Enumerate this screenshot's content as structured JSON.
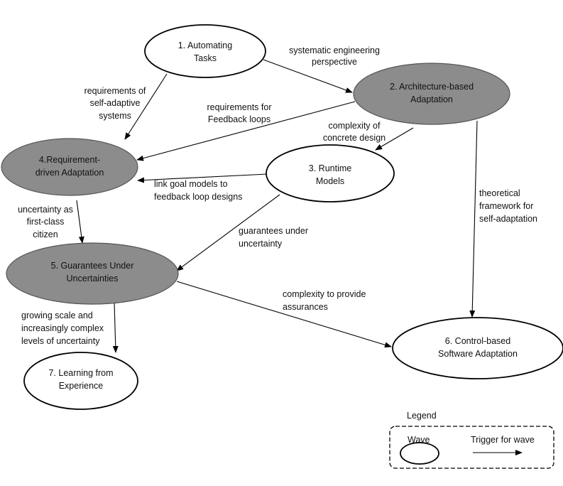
{
  "nodes": [
    {
      "id": "n1",
      "lines": [
        "1. Automating",
        "Tasks"
      ],
      "style": "white"
    },
    {
      "id": "n2",
      "lines": [
        "2. Architecture-based",
        "Adaptation"
      ],
      "style": "grey"
    },
    {
      "id": "n3",
      "lines": [
        "3. Runtime",
        "Models"
      ],
      "style": "white"
    },
    {
      "id": "n4",
      "lines": [
        "4.Requirement-",
        "driven Adaptation"
      ],
      "style": "grey"
    },
    {
      "id": "n5",
      "lines": [
        "5. Guarantees Under",
        "Uncertainties"
      ],
      "style": "grey"
    },
    {
      "id": "n6",
      "lines": [
        "6. Control-based",
        "Software Adaptation"
      ],
      "style": "white"
    },
    {
      "id": "n7",
      "lines": [
        "7. Learning from",
        "Experience"
      ],
      "style": "white"
    }
  ],
  "edges": [
    {
      "id": "e1",
      "from": "n1",
      "to": "n2",
      "lines": [
        "systematic engineering",
        "perspective"
      ]
    },
    {
      "id": "e2",
      "from": "n1",
      "to": "n4",
      "lines": [
        "requirements of",
        "self-adaptive",
        "systems"
      ]
    },
    {
      "id": "e3",
      "from": "n2",
      "to": "n4",
      "lines": [
        "requirements for",
        "Feedback loops"
      ]
    },
    {
      "id": "e4",
      "from": "n2",
      "to": "n3",
      "lines": [
        "complexity of",
        "concrete design"
      ]
    },
    {
      "id": "e5",
      "from": "n2",
      "to": "n6",
      "lines": [
        "theoretical",
        "framework for",
        "self-adaptation"
      ]
    },
    {
      "id": "e6",
      "from": "n3",
      "to": "n4",
      "lines": [
        "link goal models to",
        "feedback loop designs"
      ]
    },
    {
      "id": "e7",
      "from": "n3",
      "to": "n5",
      "lines": [
        "guarantees under",
        "uncertainty"
      ]
    },
    {
      "id": "e8",
      "from": "n4",
      "to": "n5",
      "lines": [
        "uncertainty as",
        "first-class",
        "citizen"
      ]
    },
    {
      "id": "e9",
      "from": "n5",
      "to": "n6",
      "lines": [
        "complexity to provide",
        "assurances"
      ]
    },
    {
      "id": "e10",
      "from": "n5",
      "to": "n7",
      "lines": [
        "growing scale and",
        "increasingly complex",
        "levels of uncertainty"
      ]
    }
  ],
  "legend": {
    "title": "Legend",
    "wave_label": "Wave",
    "trigger_label": "Trigger for wave"
  }
}
